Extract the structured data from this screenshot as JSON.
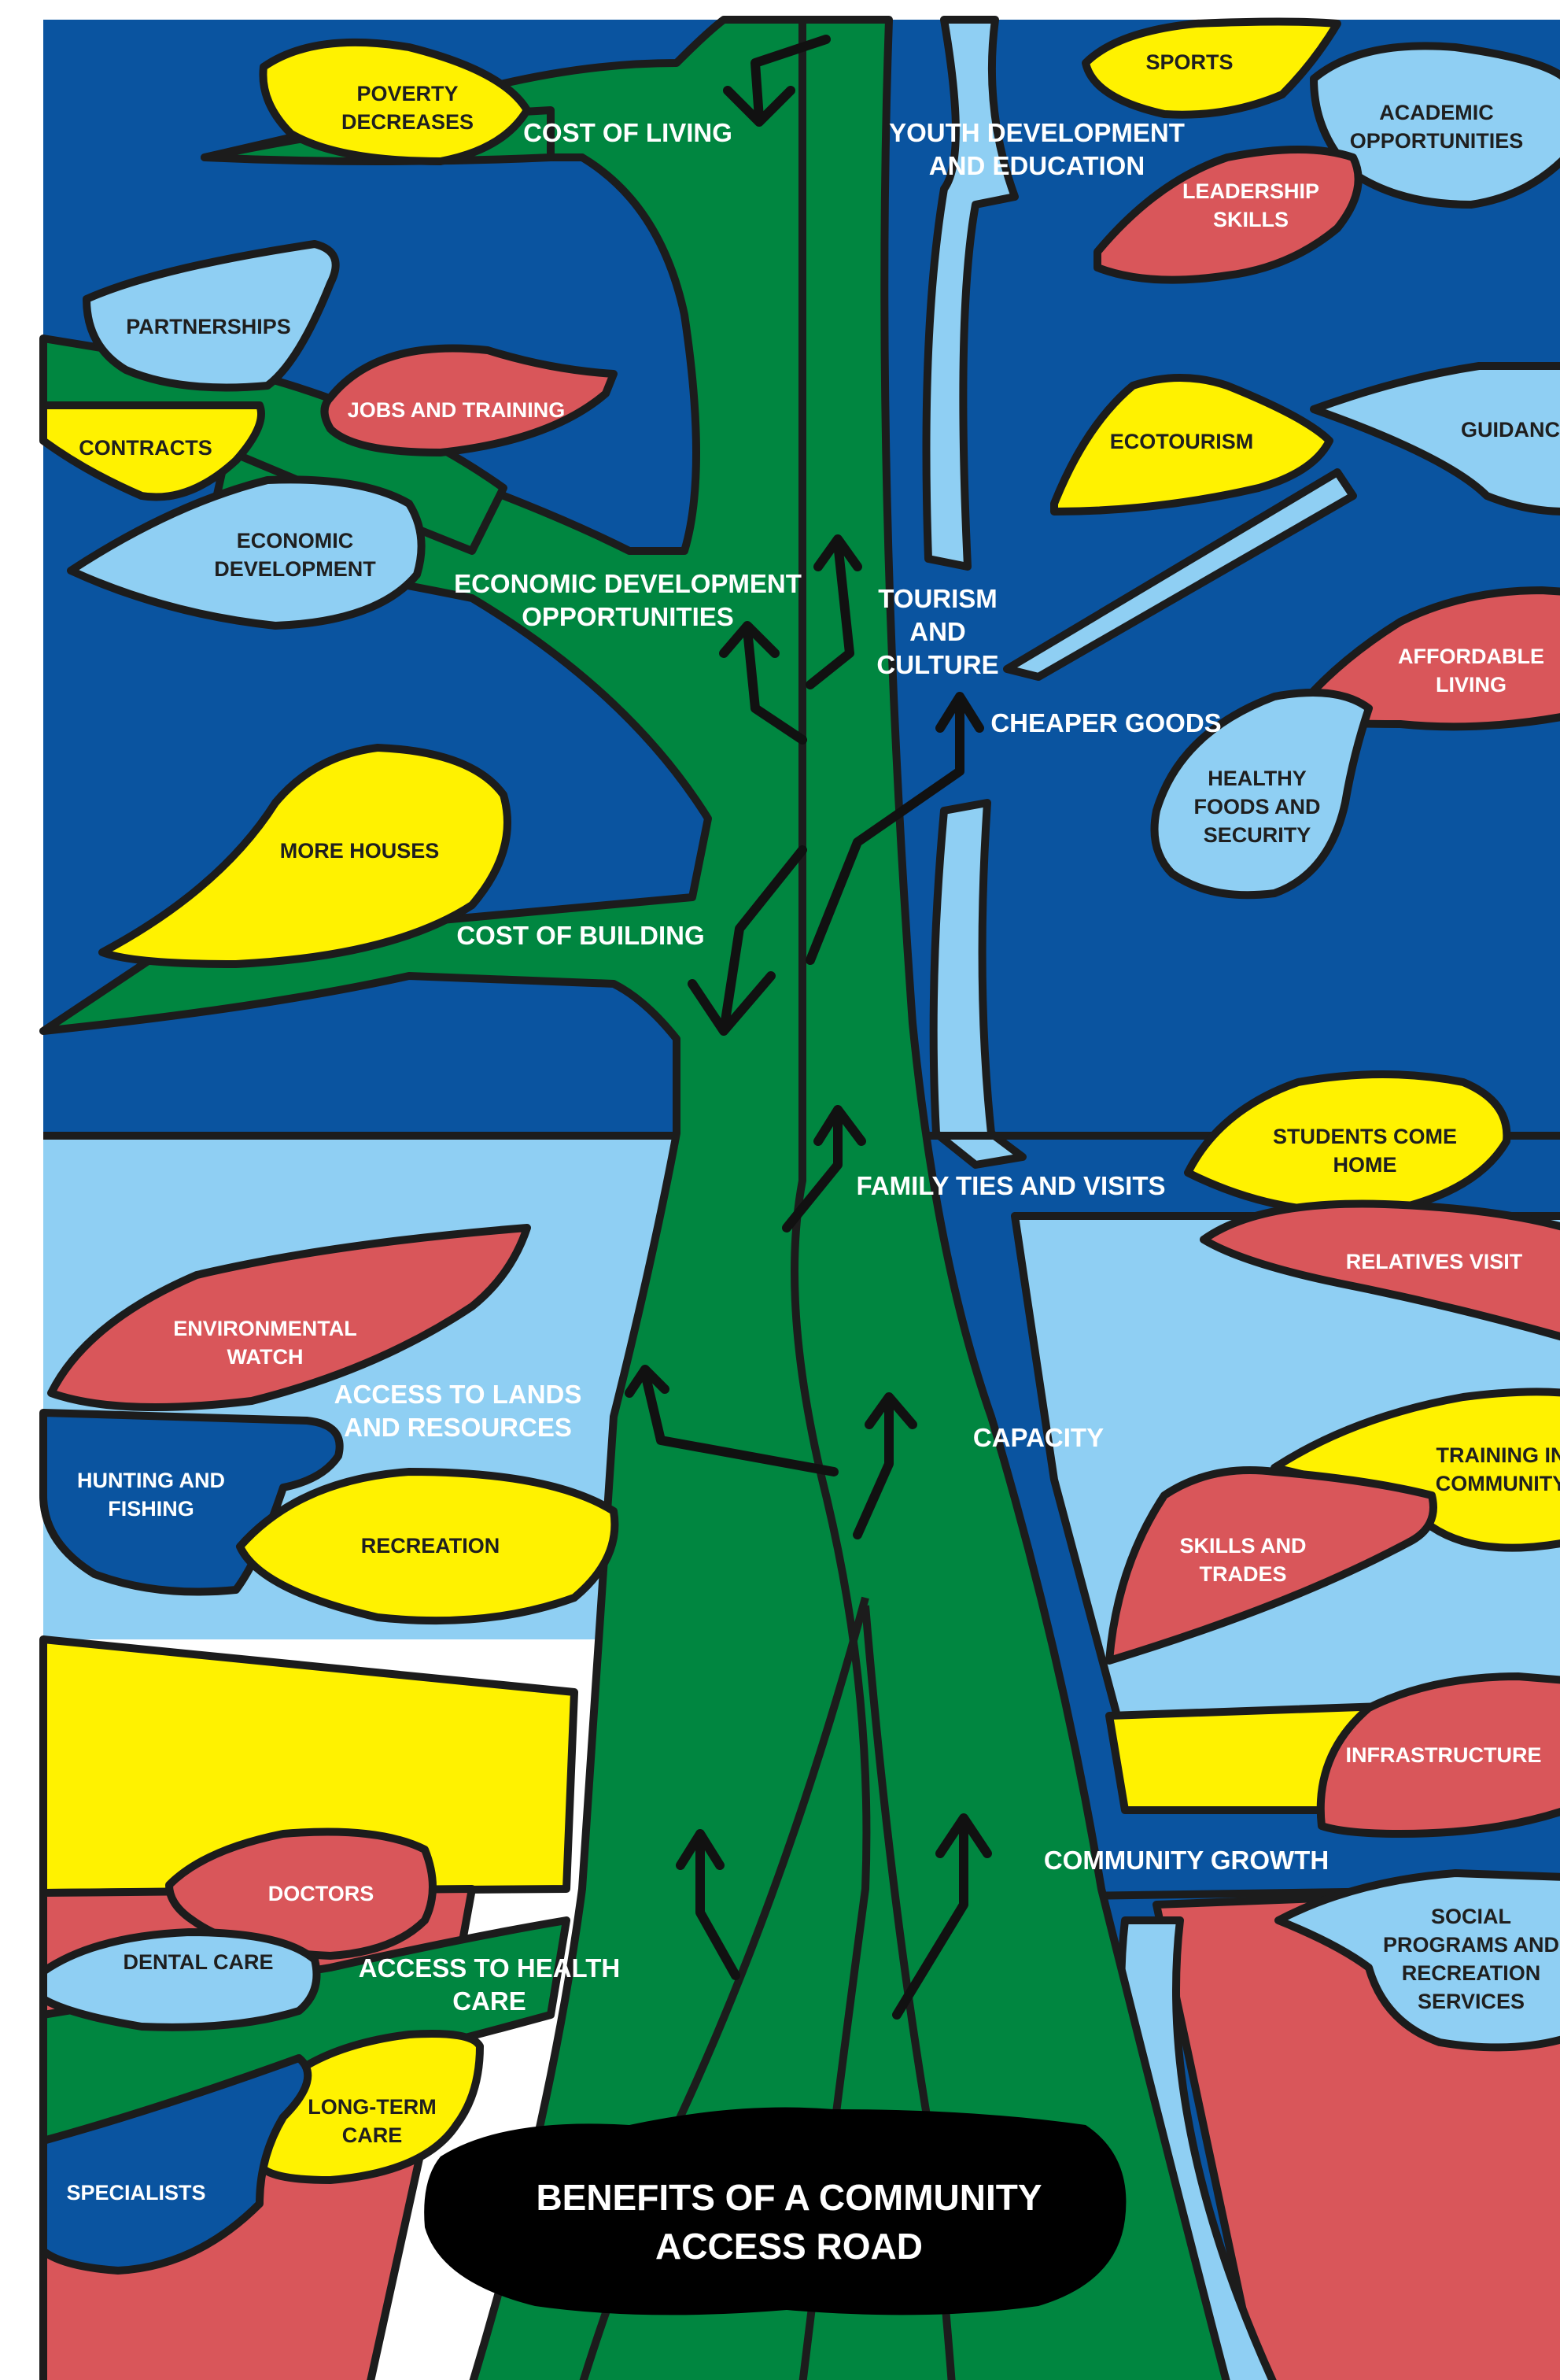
{
  "title": [
    "BENEFITS OF A COMMUNITY",
    "ACCESS ROAD"
  ],
  "colors": {
    "dark_blue": "#0a54a0",
    "light_blue": "#8fcff3",
    "green": "#008640",
    "yellow": "#fff200",
    "red": "#d9565a",
    "outline": "#1c1c1c",
    "title_bg": "#000000"
  },
  "branches": {
    "cost_of_living": "COST OF LIVING",
    "economic_dev": [
      "ECONOMIC DEVELOPMENT",
      "OPPORTUNITIES"
    ],
    "cost_of_building": "COST OF BUILDING",
    "access_lands": [
      "ACCESS TO LANDS",
      "AND RESOURCES"
    ],
    "access_health": [
      "ACCESS TO HEALTH",
      "CARE"
    ],
    "youth": [
      "YOUTH DEVELOPMENT",
      "AND EDUCATION"
    ],
    "tourism": [
      "TOURISM",
      "AND",
      "CULTURE"
    ],
    "cheaper_goods": "CHEAPER GOODS",
    "family_ties": "FAMILY  TIES AND VISITS",
    "capacity": "CAPACITY",
    "community_growth": "COMMUNITY GROWTH"
  },
  "leaves": {
    "poverty": [
      "POVERTY",
      "DECREASES"
    ],
    "partnerships": "PARTNERSHIPS",
    "jobs": "JOBS AND TRAINING",
    "contracts": "CONTRACTS",
    "economic": [
      "ECONOMIC",
      "DEVELOPMENT"
    ],
    "more_houses": "MORE HOUSES",
    "environmental": [
      "ENVIRONMENTAL",
      "WATCH"
    ],
    "hunting": [
      "HUNTING AND",
      "FISHING"
    ],
    "recreation": "RECREATION",
    "doctors": "DOCTORS",
    "dental": "DENTAL CARE",
    "long_term": [
      "LONG-TERM",
      "CARE"
    ],
    "specialists": "SPECIALISTS",
    "sports": "SPORTS",
    "academic": [
      "ACADEMIC",
      "OPPORTUNITIES"
    ],
    "leadership": [
      "LEADERSHIP",
      "SKILLS"
    ],
    "ecotourism": "ECOTOURISM",
    "guidance": "GUIDANC",
    "affordable": [
      "AFFORDABLE",
      "LIVING"
    ],
    "healthy_foods": [
      "HEALTHY",
      "FOODS AND",
      "SECURITY"
    ],
    "students": [
      "STUDENTS COME",
      "HOME"
    ],
    "relatives": "RELATIVES VISIT",
    "training": [
      "TRAINING IN",
      "COMMUNITY"
    ],
    "skills": [
      "SKILLS AND",
      "TRADES"
    ],
    "infrastructure": "INFRASTRUCTURE",
    "social": [
      "SOCIAL",
      "PROGRAMS AND",
      "RECREATION",
      "SERVICES"
    ]
  }
}
